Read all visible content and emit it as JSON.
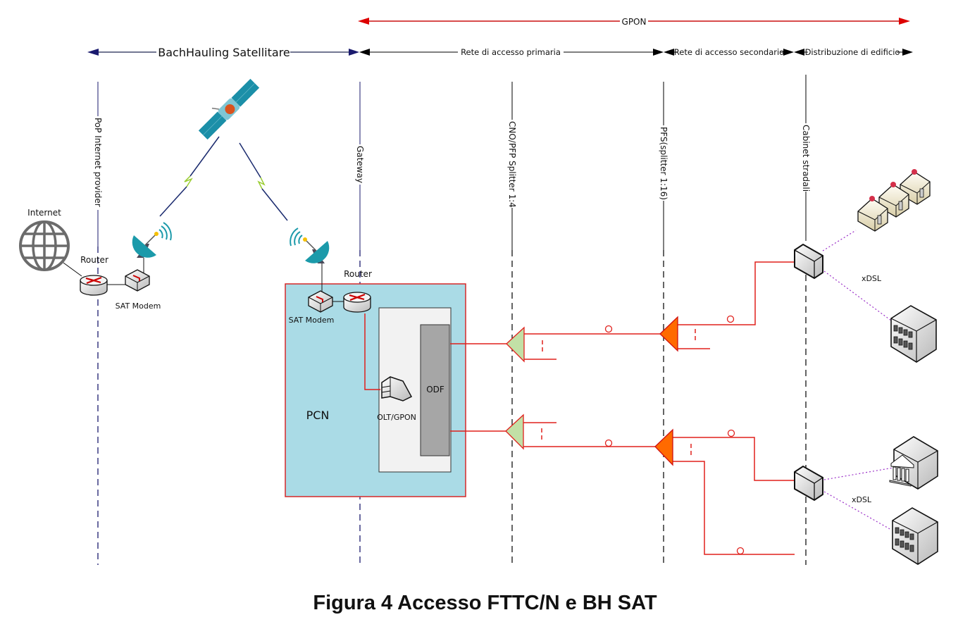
{
  "caption": "Figura 4 Accesso FTTC/N e BH SAT",
  "spans": {
    "gpon": "GPON",
    "backhaul": "BachHauling Satellitare",
    "primary": "Rete di  accesso primaria",
    "secondary": "Rete di accesso secondario",
    "building": "Distribuzione di edificio"
  },
  "columns": {
    "pop": "PoP Internet provider",
    "gateway": "Gateway",
    "cno": "CNO/PFP Splitter 1:4",
    "pfs": "PFS(splitter 1:16)",
    "cabinet": "Cabinet stradali"
  },
  "nodes": {
    "internet": "Internet",
    "router_pop": "Router",
    "sat_modem_pop": "SAT Modem",
    "router_pcn": "Router",
    "sat_modem_pcn": "SAT Modem",
    "pcn": "PCN",
    "olt": "OLT/GPON",
    "odf": "ODF",
    "xdsl_top": "xDSL",
    "xdsl_bottom": "xDSL"
  },
  "colors": {
    "fiber": "#e0201c",
    "gpon_arrow": "#cc1111",
    "backhaul_arrow": "#1a1a6e",
    "pcn_fill": "#aadbe6",
    "pcn_border": "#d62828",
    "splitter_primary": "#c2e0a6",
    "splitter_secondary": "#ff6a00",
    "odf_fill": "#a6a6a6",
    "dish": "#1b9aaa",
    "xdsl_link": "#9b30c8"
  }
}
